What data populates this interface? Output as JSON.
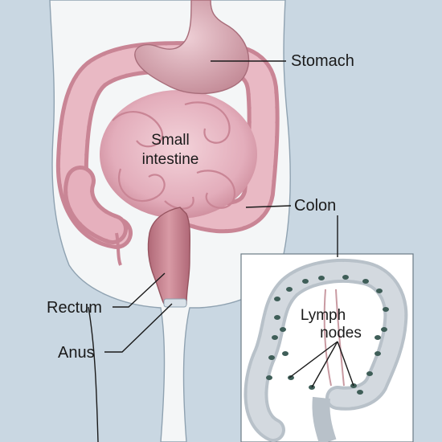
{
  "colors": {
    "background": "#c9d7e2",
    "body": "#f4f6f7",
    "intestine": "#e9b9c4",
    "intestine_shade": "#c98595",
    "stomach": "#d9a9b4",
    "rectum": "#c77f8a",
    "inset_bg": "#ffffff",
    "colon_sketch": "#d3d9df",
    "lymph_node": "#3f5e58"
  },
  "labels": {
    "stomach": "Stomach",
    "small_intestine_line1": "Small",
    "small_intestine_line2": "intestine",
    "colon": "Colon",
    "rectum": "Rectum",
    "anus": "Anus",
    "lymph_nodes_line1": "Lymph",
    "lymph_nodes_line2": "nodes"
  }
}
